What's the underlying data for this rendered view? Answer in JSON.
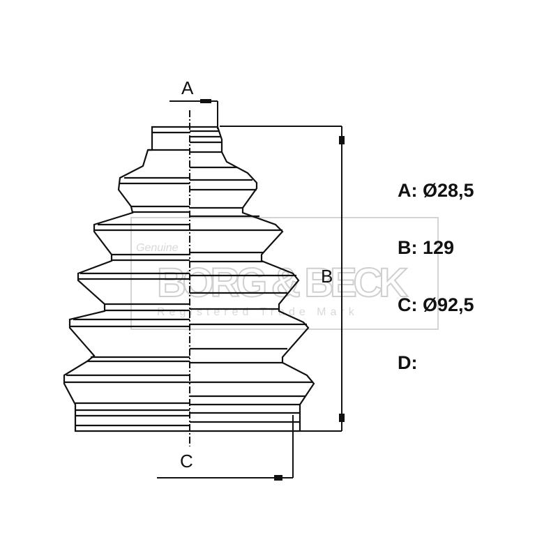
{
  "diagram": {
    "dimension_labels": {
      "a": "A",
      "b": "B",
      "c": "C"
    },
    "watermark": {
      "tagline": "Genuine",
      "brand": "BORG & BECK",
      "subtitle": "Registered Trade Mark"
    }
  },
  "specs": [
    {
      "label": "A: Ø28,5"
    },
    {
      "label": "B: 129"
    },
    {
      "label": "C: Ø92,5"
    },
    {
      "label": "D:"
    }
  ],
  "colors": {
    "line": "#111111",
    "watermark": "#d4d4d4"
  }
}
